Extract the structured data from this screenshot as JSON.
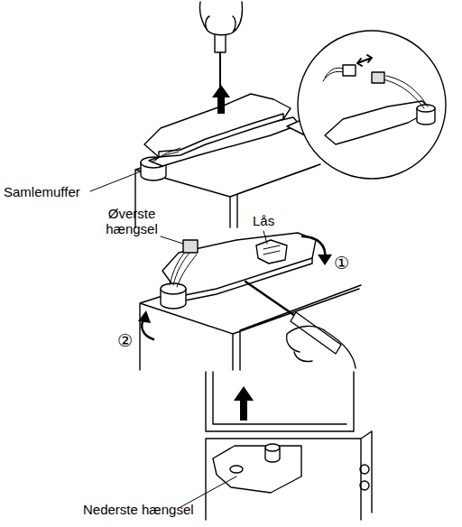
{
  "diagram": {
    "labels": [
      "Samlemuffer",
      "Øverste hængsel",
      "Lås",
      "①",
      "②",
      "Nederste hængsel"
    ]
  }
}
